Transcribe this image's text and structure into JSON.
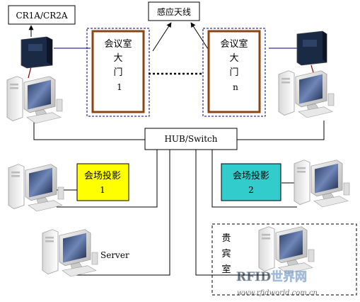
{
  "reader_box": {
    "label": "CR1A/CR2A"
  },
  "antenna_box": {
    "label": "感应天线"
  },
  "door_left": {
    "line1": "会议室",
    "line2": "大",
    "line3": "门",
    "line4": "1"
  },
  "door_right": {
    "line1": "会议室",
    "line2": "大",
    "line3": "门",
    "line4": "n"
  },
  "hub": {
    "label": "HUB/Switch"
  },
  "projector_1": {
    "line1": "会场投影",
    "line2": "1",
    "color": "#ffff00"
  },
  "projector_2": {
    "line1": "会场投影",
    "line2": "2",
    "color": "#33cccc"
  },
  "server": {
    "label": "Server"
  },
  "vip_room": {
    "line1": "贵",
    "line2": "宾",
    "line3": "室"
  },
  "watermark": {
    "logo": "RFID世界网",
    "url": "www.rfidworld.com.cn"
  },
  "colors": {
    "door_frame": "#8b4513",
    "dashed_outline": "#000080",
    "reader_device": "#1a2a44",
    "line": "#000000"
  }
}
